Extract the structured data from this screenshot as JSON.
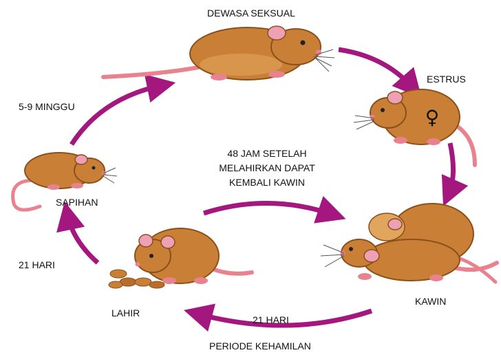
{
  "colors": {
    "arrow": "#a4177f",
    "fur": "#c98036",
    "fur_light": "#e2a55e",
    "fur_dark": "#8a4f1a",
    "tail": "#e8828f",
    "ear": "#eea0b4",
    "text": "#111111"
  },
  "stages": {
    "adult": "DEWASA SEKSUAL",
    "estrus": "ESTRUS",
    "mating": "KAWIN",
    "birth": "LAHIR",
    "weaning": "SAPIHAN"
  },
  "symbols": {
    "female": "♀"
  },
  "intervals": {
    "to_adult": "5-9 MINGGU",
    "to_weaning": "21 HARI",
    "gestation_days": "21 HARI",
    "gestation_label": "PERIODE KEHAMILAN"
  },
  "note_lines": [
    "48 JAM SETELAH",
    "MELAHIRKAN DAPAT",
    "KEMBALI KAWIN"
  ]
}
